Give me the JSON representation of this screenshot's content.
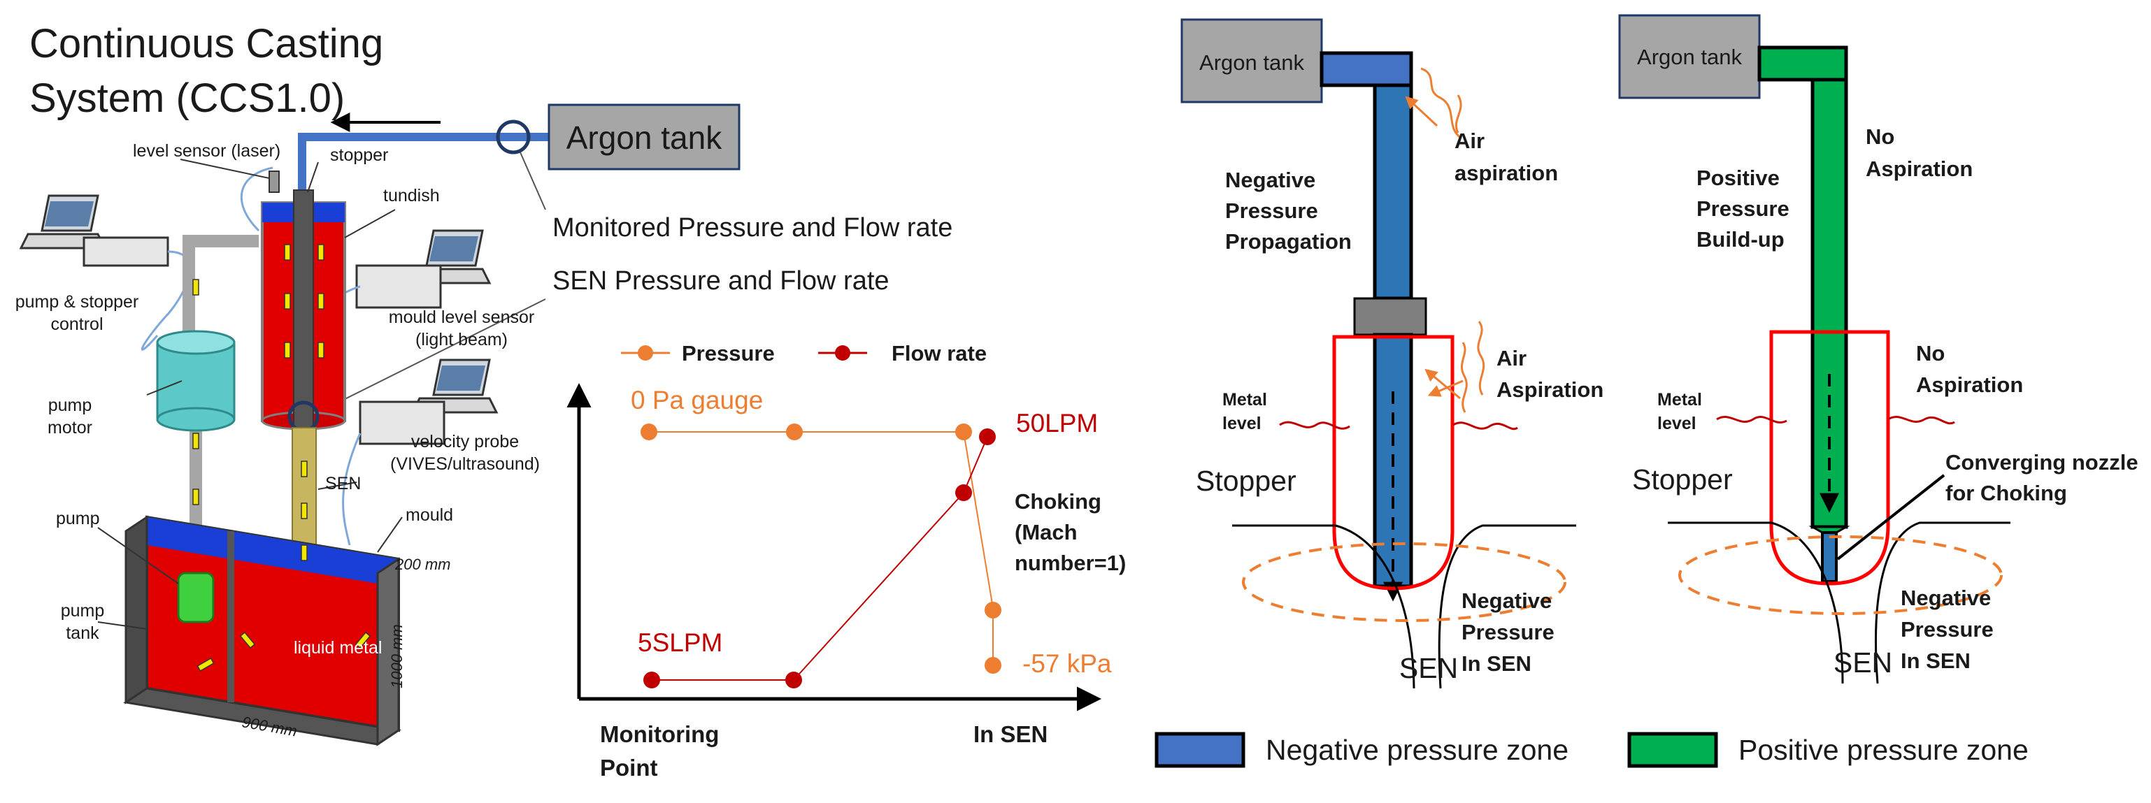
{
  "colors": {
    "argon_pipe": "#4472c4",
    "negative_zone": "#4472c4",
    "positive_zone": "#00b050",
    "mould_steel": "#ff0000",
    "pressure_series": "#ed7d31",
    "flow_series": "#c00000",
    "tank_box": "#a6a6a6",
    "nozzle_outline": "#ff0000"
  },
  "ccs": {
    "title_line1": "Continuous Casting",
    "title_line2": "System (CCS1.0)",
    "argon_tank": "Argon tank",
    "monitored": "Monitored Pressure and Flow rate",
    "sen_pf": "SEN Pressure and Flow rate",
    "labels": {
      "level_sensor": "level sensor (laser)",
      "stopper": "stopper",
      "tundish": "tundish",
      "pump_stopper_1": "pump & stopper",
      "pump_stopper_2": "control",
      "mould_level_1": "mould level sensor",
      "mould_level_2": "(light beam)",
      "pump_motor_1": "pump",
      "pump_motor_2": "motor",
      "velocity_1": "velocity probe",
      "velocity_2": "(VIVES/ultrasound)",
      "sen": "SEN",
      "pump": "pump",
      "mould": "mould",
      "pump_tank_1": "pump",
      "pump_tank_2": "tank",
      "liquid_metal": "liquid metal",
      "dim_200": "200 mm",
      "dim_1000": "1000 mm",
      "dim_900": "900 mm"
    }
  },
  "chart_data": {
    "type": "line",
    "legend": [
      "Pressure",
      "Flow rate"
    ],
    "series": [
      {
        "name": "Pressure",
        "values": [
          "0 Pa gauge",
          "0 Pa gauge",
          "0 Pa gauge",
          "-57 kPa",
          "-57 kPa"
        ]
      },
      {
        "name": "Flow rate",
        "values": [
          "5SLPM",
          "5SLPM",
          "50LPM",
          "50LPM"
        ]
      }
    ],
    "annotations": {
      "p_high": "0 Pa gauge",
      "p_low": "-57 kPa",
      "f_low": "5SLPM",
      "f_high": "50LPM",
      "choking_1": "Choking",
      "choking_2": "(Mach",
      "choking_3": "number=1)"
    },
    "xlabel_left_1": "Monitoring",
    "xlabel_left_2": "Point",
    "xlabel_right": "In SEN"
  },
  "negative_panel": {
    "argon_tank": "Argon tank",
    "air_asp_top_1": "Air",
    "air_asp_top_2": "aspiration",
    "neg_prop_1": "Negative",
    "neg_prop_2": "Pressure",
    "neg_prop_3": "Propagation",
    "air_asp_bot_1": "Air",
    "air_asp_bot_2": "Aspiration",
    "metal_1": "Metal",
    "metal_2": "level",
    "stopper": "Stopper",
    "neg_sen_1": "Negative",
    "neg_sen_2": "Pressure",
    "neg_sen_3": "In SEN",
    "sen": "SEN"
  },
  "positive_panel": {
    "argon_tank": "Argon tank",
    "no_asp_top_1": "No",
    "no_asp_top_2": "Aspiration",
    "pos_build_1": "Positive",
    "pos_build_2": "Pressure",
    "pos_build_3": "Build-up",
    "no_asp_bot_1": "No",
    "no_asp_bot_2": "Aspiration",
    "metal_1": "Metal",
    "metal_2": "level",
    "stopper": "Stopper",
    "conv_1": "Converging nozzle",
    "conv_2": "for Choking",
    "neg_sen_1": "Negative",
    "neg_sen_2": "Pressure",
    "neg_sen_3": "In SEN",
    "sen": "SEN"
  },
  "zone_legend": {
    "negative": "Negative pressure zone",
    "positive": "Positive pressure zone"
  }
}
